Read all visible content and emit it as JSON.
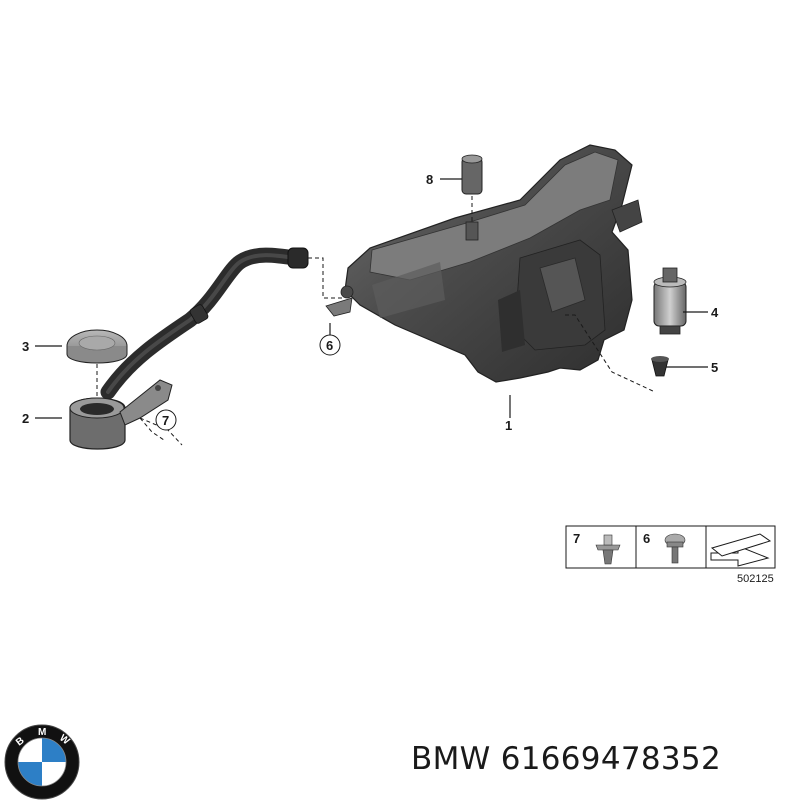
{
  "callouts": [
    {
      "id": "1",
      "label": "1"
    },
    {
      "id": "2",
      "label": "2"
    },
    {
      "id": "3",
      "label": "3"
    },
    {
      "id": "4",
      "label": "4"
    },
    {
      "id": "5",
      "label": "5"
    },
    {
      "id": "6",
      "label": "6"
    },
    {
      "id": "7",
      "label": "7"
    },
    {
      "id": "8",
      "label": "8"
    }
  ],
  "legend": {
    "items": [
      {
        "label": "7"
      },
      {
        "label": "6"
      }
    ],
    "diagram_ref": "502125"
  },
  "footer": {
    "brand": "BMW",
    "part_number": "61669478352",
    "text": "BMW 61669478352"
  },
  "logo": {
    "name": "bmw-roundel",
    "colors": {
      "ring": "#111111",
      "blue": "#2d7fc6",
      "white": "#ffffff",
      "letters": "#ffffff"
    },
    "letters": "BMW"
  },
  "colors": {
    "part_dark": "#3b3b3b",
    "part_mid": "#5a5a5a",
    "part_light": "#8a8a8a",
    "line": "#1a1a1a"
  }
}
